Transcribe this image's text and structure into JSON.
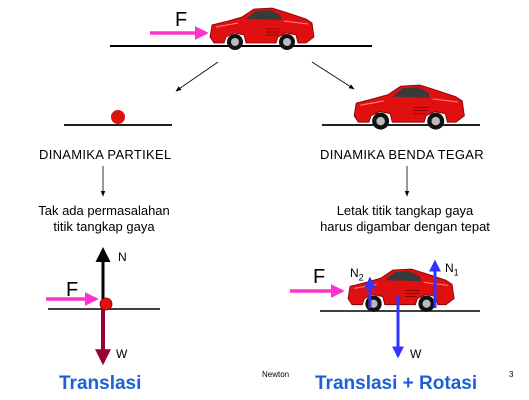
{
  "top": {
    "force_label": "F"
  },
  "left": {
    "heading": "DINAMIKA  PARTIKEL",
    "desc_line1": "Tak ada permasalahan",
    "desc_line2": "titik tangkap gaya",
    "force_label": "F",
    "normal_label": "N",
    "weight_label": "W",
    "title": "Translasi"
  },
  "right": {
    "heading": "DINAMIKA  BENDA  TEGAR",
    "desc_line1": "Letak titik tangkap gaya",
    "desc_line2": "harus digambar dengan tepat",
    "force_label": "F",
    "n2_label": "N",
    "n2_sub": "2",
    "n1_label": "N",
    "n1_sub": "1",
    "weight_label": "W",
    "title": "Translasi + Rotasi"
  },
  "footer": {
    "center": "Newton",
    "page": "3"
  },
  "colors": {
    "force_arrow": "#ff33cc",
    "normal_arrow": "#000000",
    "weight_arrow": "#990033",
    "blue_arrow": "#3333ff",
    "car_red": "#e01010",
    "title_blue": "#1f5fd6"
  }
}
